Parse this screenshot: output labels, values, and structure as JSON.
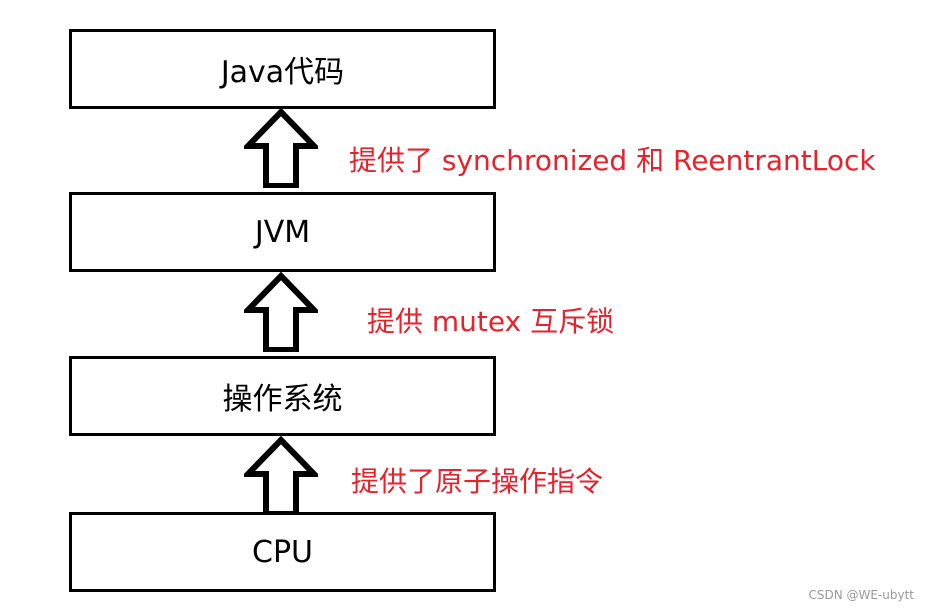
{
  "layers": [
    {
      "id": "java",
      "label": "Java代码"
    },
    {
      "id": "jvm",
      "label": "JVM"
    },
    {
      "id": "os",
      "label": "操作系统"
    },
    {
      "id": "cpu",
      "label": "CPU"
    }
  ],
  "annotations": [
    {
      "text": "提供了 synchronized 和 ReentrantLock"
    },
    {
      "text": "提供 mutex 互斥锁"
    },
    {
      "text": "提供了原子操作指令"
    }
  ],
  "watermark": "CSDN @WE-ubytt",
  "colors": {
    "box_border": "#000000",
    "annotation_text": "#e8222b",
    "watermark_text": "#9a9a9a"
  }
}
